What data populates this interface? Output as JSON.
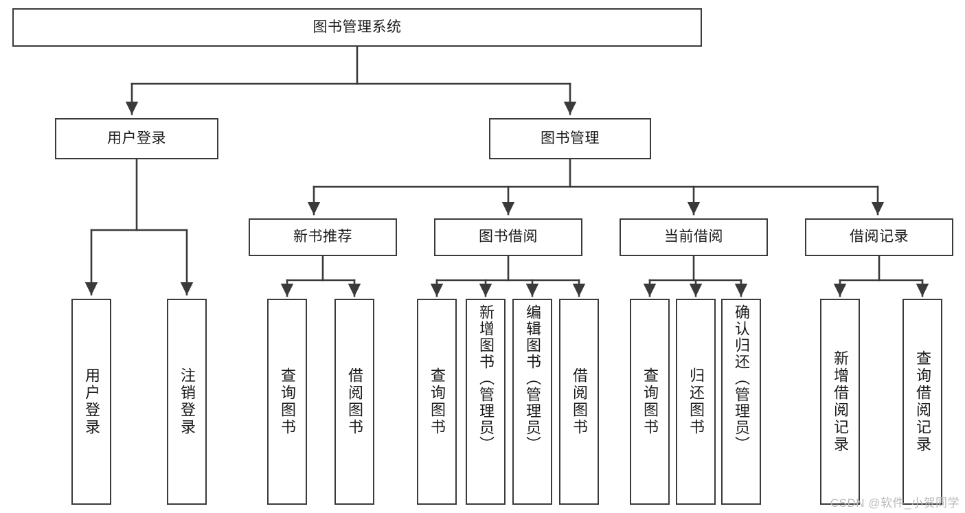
{
  "diagram": {
    "type": "tree",
    "title": "图书管理系统",
    "watermark": "CSDN @软件_小贺同学",
    "colors": {
      "box_border": "#3a3a3a",
      "box_fill": "#ffffff",
      "connector": "#3a3a3a",
      "text": "#1b1b1b",
      "watermark": "#b9b9b9",
      "background": "#ffffff"
    },
    "root": {
      "label": "图书管理系统"
    },
    "level1": [
      {
        "label": "用户登录"
      },
      {
        "label": "图书管理"
      }
    ],
    "level2": [
      {
        "label": "新书推荐"
      },
      {
        "label": "图书借阅"
      },
      {
        "label": "当前借阅"
      },
      {
        "label": "借阅记录"
      }
    ],
    "leaves": {
      "user_login": [
        {
          "label": "用户登录"
        },
        {
          "label": "注销登录"
        }
      ],
      "new_book_recommend": [
        {
          "label": "查询图书"
        },
        {
          "label": "借阅图书"
        }
      ],
      "book_borrow": [
        {
          "label": "查询图书"
        },
        {
          "label": "新增图书（管理员）"
        },
        {
          "label": "编辑图书（管理员）"
        },
        {
          "label": "借阅图书"
        }
      ],
      "current_borrow": [
        {
          "label": "查询图书"
        },
        {
          "label": "归还图书"
        },
        {
          "label": "确认归还（管理员）"
        }
      ],
      "borrow_record": [
        {
          "label": "新增借阅记录"
        },
        {
          "label": "查询借阅记录"
        }
      ]
    }
  }
}
